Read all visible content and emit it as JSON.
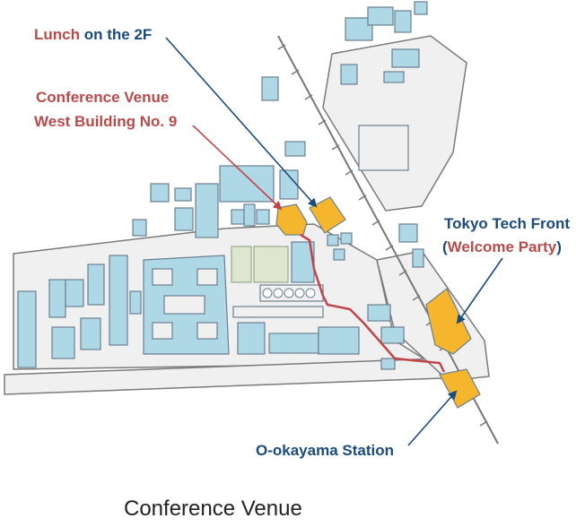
{
  "map": {
    "colors": {
      "building": "#aed8e6",
      "building_stroke": "#6b7f8f",
      "highlight": "#f5b62d",
      "highlight_stroke": "#6b7f8f",
      "road": "#f0f0f0",
      "road_stroke": "#7a7a7a",
      "lawn": "#dfe6cf",
      "route": "#c0454a",
      "arrow_blue": "#1b4a7c",
      "arrow_red": "#c0454a"
    }
  },
  "labels": {
    "lunch_word": "Lunch",
    "lunch_rest": " on the 2F",
    "venue_line1": "Conference Venue",
    "venue_line2": "West Building No. 9",
    "front_line1": "Tokyo Tech Front",
    "paren_open": "(",
    "welcome": "Welcome Party",
    "paren_close": ")",
    "station": "O-okayama Station",
    "caption": "Conference Venue"
  }
}
